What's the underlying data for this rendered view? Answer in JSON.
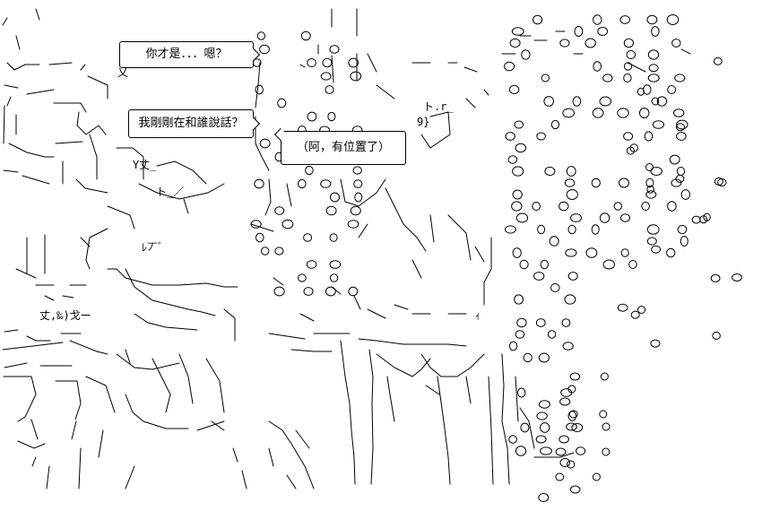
{
  "dialogue": {
    "line1": "你才是．．．嗯？",
    "line2": "我剛剛在和誰說話？",
    "line3": "（阿，有位置了）"
  },
  "art_text": {
    "sign1": "ﾚ丆ﾞ",
    "sign2": "乂",
    "sign3": "Y丈_",
    "sign4": "ト_／",
    "sign5": "丈,‰)戈ー",
    "sign6": "ｨ",
    "sign7": "ト.r_",
    "sign8": "9}"
  }
}
